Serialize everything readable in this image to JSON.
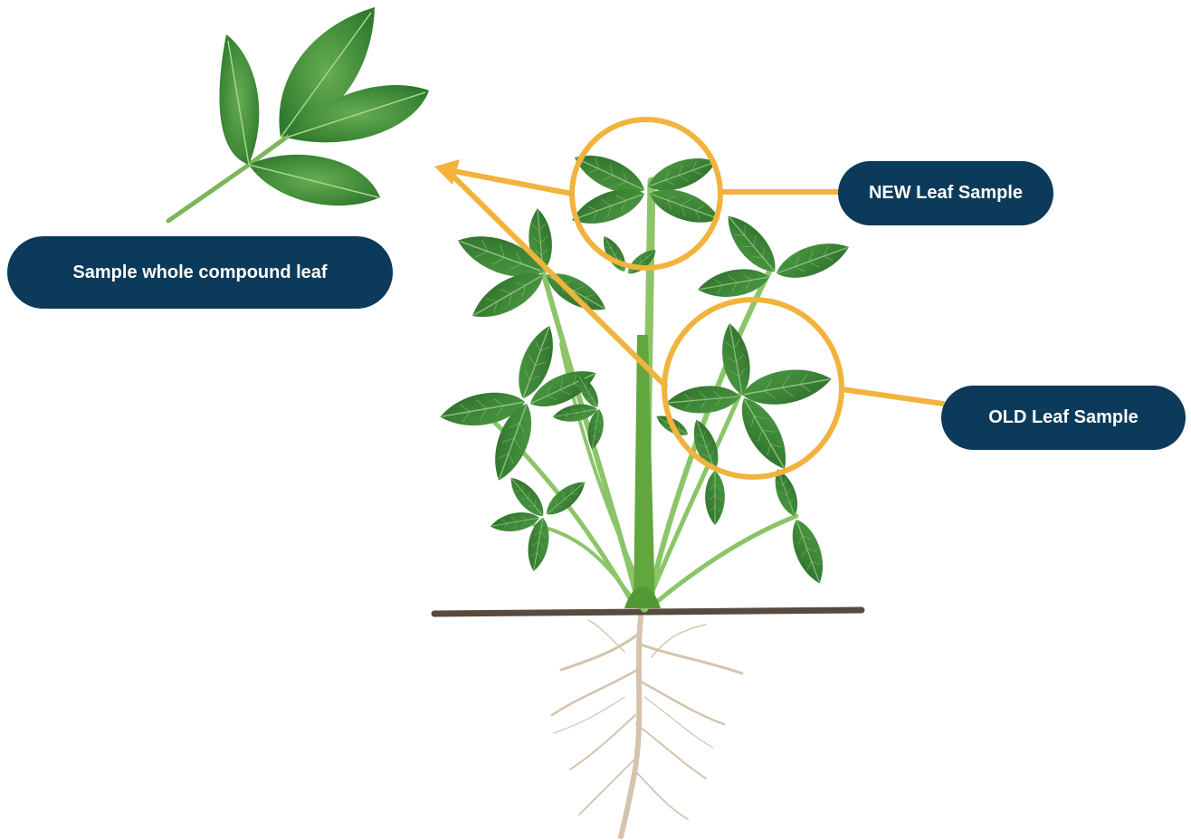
{
  "labels": {
    "compound_leaf": "Sample whole compound leaf",
    "new_leaf": "NEW Leaf Sample",
    "old_leaf": "OLD Leaf Sample"
  },
  "colors": {
    "label_background": "#0b3a5a",
    "label_text": "#ffffff",
    "highlight": "#f2b33d",
    "leaf_dark": "#3f8a3a",
    "leaf_mid": "#5aa04a",
    "stem": "#8cc569",
    "soil_line": "#5a4a3e",
    "root": "#d8c7b3"
  },
  "icons": {
    "compound_leaf": "compound-leaf-icon",
    "plant": "peanut-plant-icon",
    "roots": "root-system-icon"
  }
}
